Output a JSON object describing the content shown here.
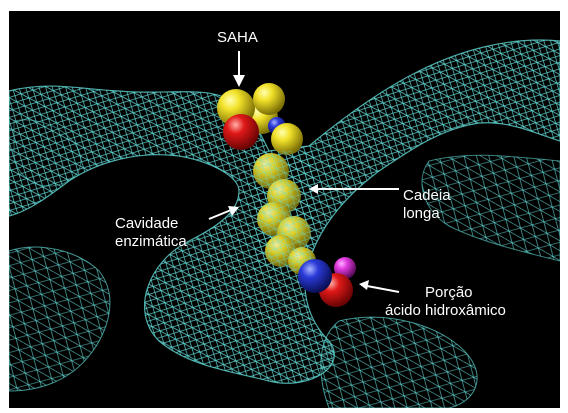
{
  "figure": {
    "labels": {
      "saha": "SAHA",
      "chain_line1": "Cadeia",
      "chain_line2": "longa",
      "cavity_line1": "Cavidade",
      "cavity_line2": "enzimática",
      "moiety_line1": "Porção",
      "moiety_line2": "ácido  hidroxâmico"
    },
    "colors": {
      "background": "#000000",
      "mesh": "#5fd3cf",
      "carbon": "#f2e22a",
      "oxygen": "#e01818",
      "nitrogen": "#2a3ad8",
      "hydrogen": "#e23be0",
      "label": "#ffffff"
    },
    "icons": [
      "down-arrow-icon",
      "left-arrow-icon"
    ]
  }
}
